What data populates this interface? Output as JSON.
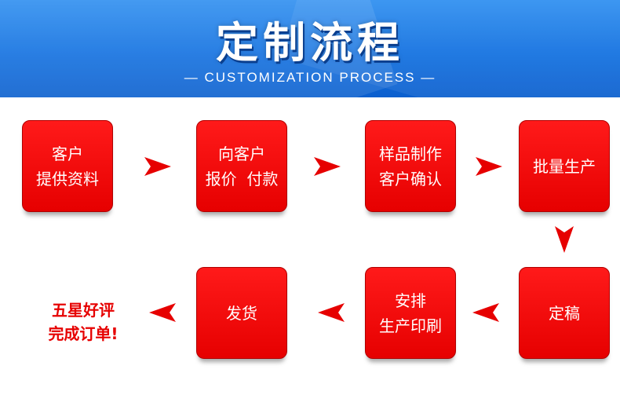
{
  "header": {
    "title": "定制流程",
    "subtitle": "— CUSTOMIZATION PROCESS —"
  },
  "steps": [
    {
      "label": "客户\n提供资料"
    },
    {
      "label": "向客户\n报价  付款"
    },
    {
      "label": "样品制作\n客户确认"
    },
    {
      "label": "批量生产"
    },
    {
      "label": "定稿"
    },
    {
      "label": "安排\n生产印刷"
    },
    {
      "label": "发货"
    }
  ],
  "final": {
    "line1": "五星好评",
    "line2": "完成订单!"
  },
  "colors": {
    "banner": "#1170e0",
    "box": "#e60000",
    "arrow": "#e60000",
    "final_text": "#e60000"
  }
}
